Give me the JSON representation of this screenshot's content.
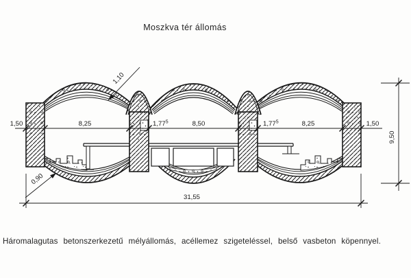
{
  "title": "Moszkva tér állomás",
  "caption": "Háromalagutas betonszerkezetű mélyállomás, acéllemez szigeteléssel, belső vasbeton köpennyel.",
  "labels": {
    "arch_thickness": "1,10",
    "invert_thickness": "0,90",
    "wall_left": "1,50",
    "span_left": "8,25",
    "pillar_main": "1,77",
    "pillar_sup": "5",
    "span_center": "8,50",
    "span_right": "8,25",
    "wall_right": "1,50",
    "height_total": "9,50",
    "width_total": "31,55"
  },
  "colors": {
    "ink": "#1a1a1a",
    "paper": "#fdfdfc"
  },
  "drawing": {
    "type": "tunnel-station-cross-section",
    "tubes": 3
  }
}
